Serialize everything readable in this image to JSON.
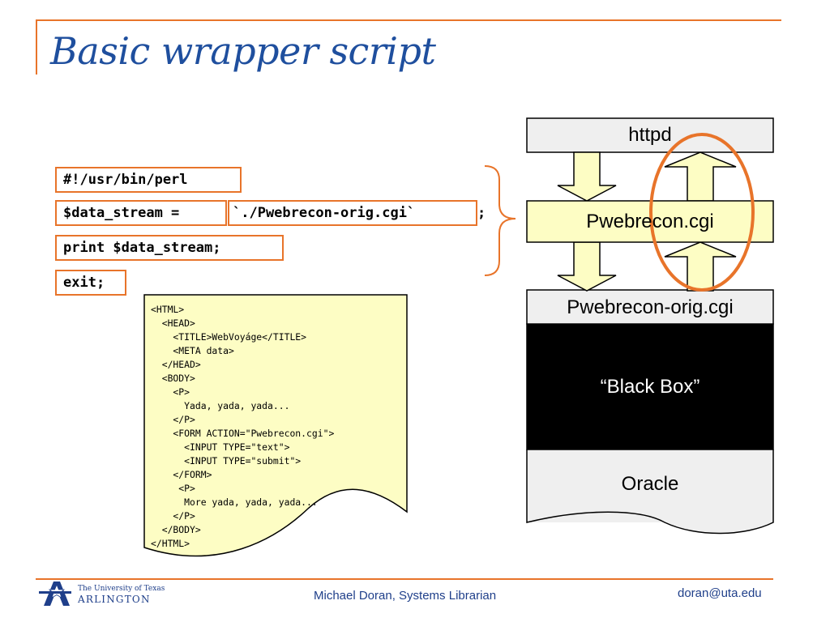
{
  "slide": {
    "title": "Basic wrapper script"
  },
  "script_lines": {
    "line1": "#!/usr/bin/perl",
    "line2_a": "$data_stream =",
    "line2_b": "`./Pwebrecon-orig.cgi`",
    "line2_c": ";",
    "line3": "print $data_stream;",
    "line4": "exit;"
  },
  "html_document": {
    "lines": [
      "<HTML>",
      "  <HEAD>",
      "    <TITLE>WebVoyáge</TITLE>",
      "    <META data>",
      "  </HEAD>",
      "  <BODY>",
      "    <P>",
      "      Yada, yada, yada...",
      "    </P>",
      "    <FORM ACTION=\"Pwebrecon.cgi\">",
      "      <INPUT TYPE=\"text\">",
      "      <INPUT TYPE=\"submit\">",
      "    </FORM>",
      "     <P>",
      "      More yada, yada, yada...",
      "    </P>",
      "  </BODY>",
      "</HTML>"
    ]
  },
  "stack": {
    "httpd": "httpd",
    "wrapper": "Pwebrecon.cgi",
    "orig": "Pwebrecon-orig.cgi",
    "black_box": "“Black Box”",
    "oracle": "Oracle"
  },
  "footer": {
    "university_line1": "The University of Texas",
    "university_line2": "ARLINGTON",
    "author": "Michael Doran, Systems Librarian",
    "email": "doran@uta.edu"
  },
  "colors": {
    "accent": "#e8742a",
    "title": "#1f4f9e",
    "box_fill": "#fdfdc4",
    "black_box": "#000000",
    "oracle_fill": "#efefef"
  }
}
